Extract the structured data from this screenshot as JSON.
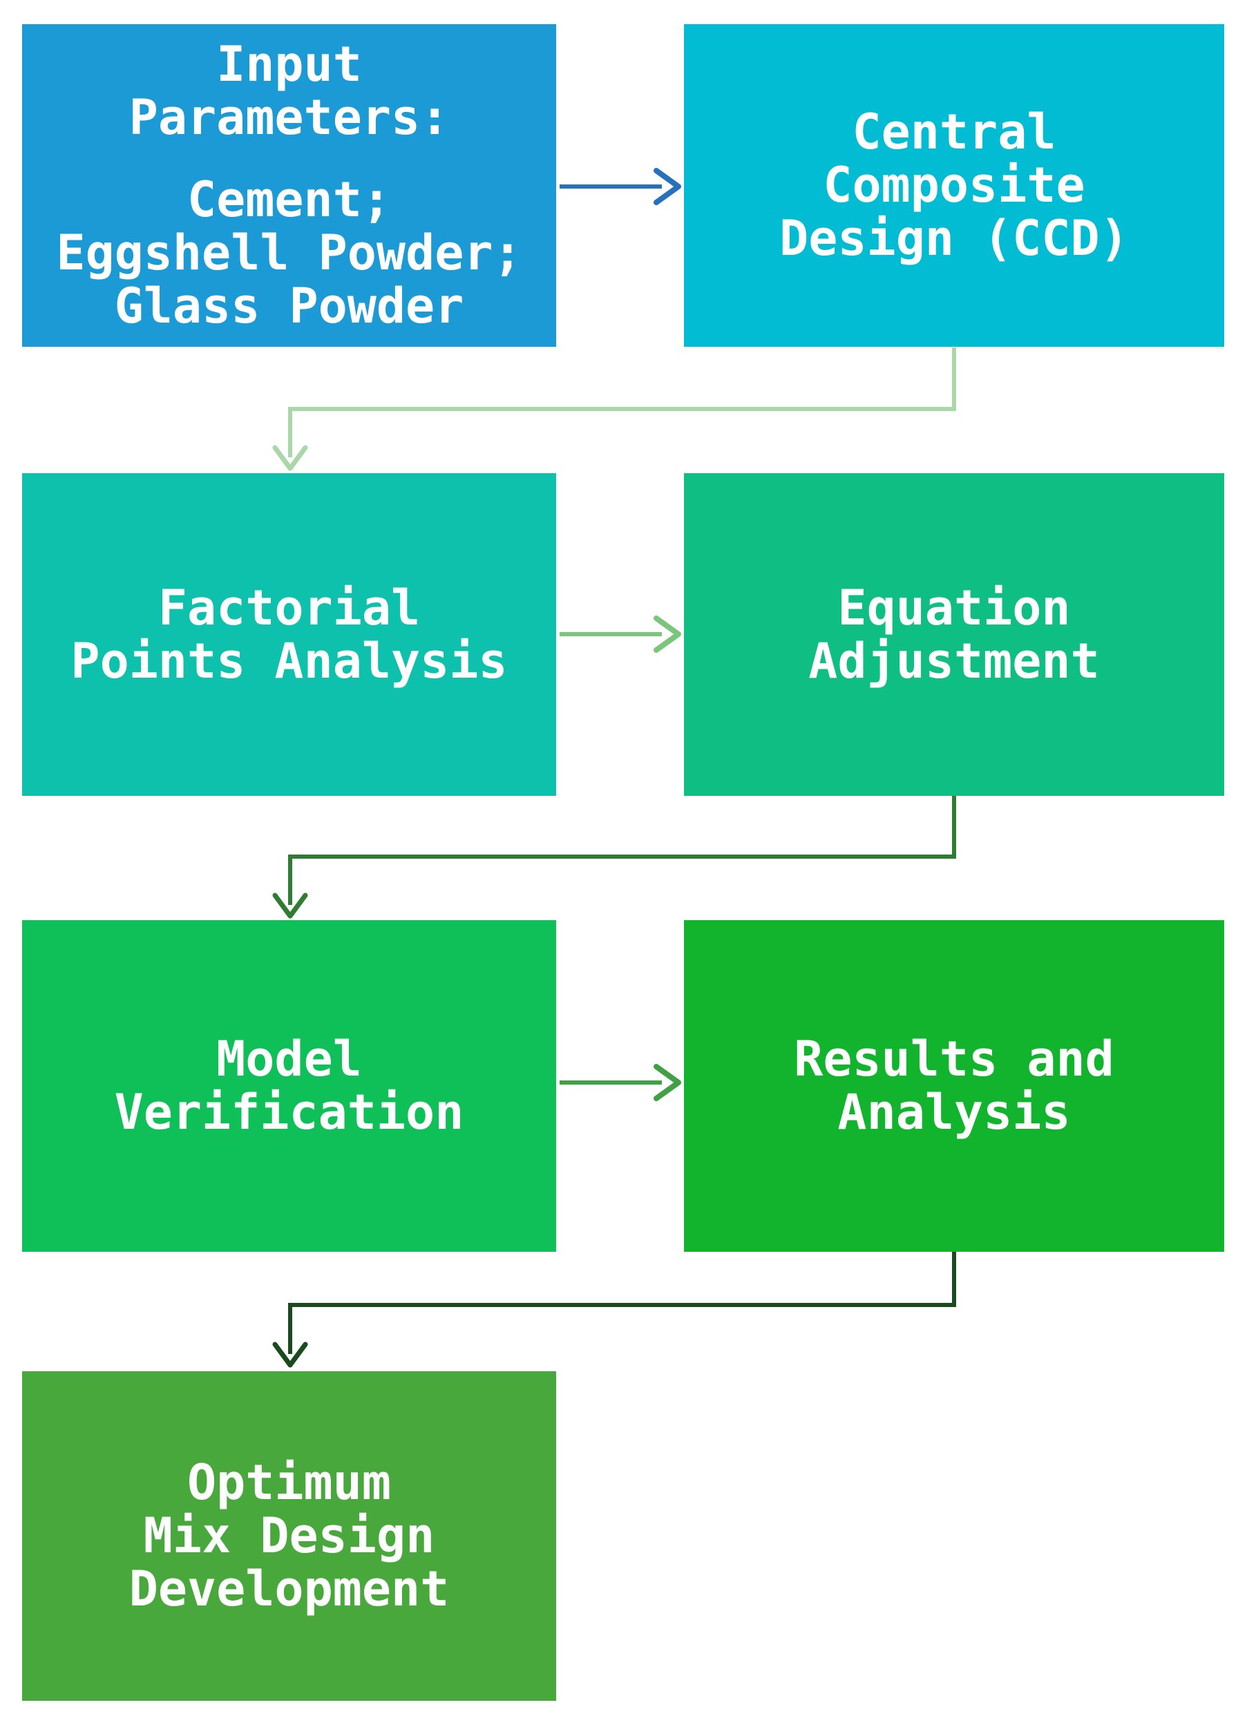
{
  "flowchart": {
    "boxes": [
      {
        "name": "input-parameters",
        "color": "#1b9ad6",
        "paragraphs": [
          [
            "Input",
            "Parameters:"
          ],
          [
            "Cement;",
            "Eggshell Powder;",
            "Glass Powder"
          ]
        ]
      },
      {
        "name": "central-composite-design",
        "color": "#01bcd2",
        "lines": [
          "Central",
          "Composite",
          "Design (CCD)"
        ]
      },
      {
        "name": "factorial-points-analysis",
        "color": "#0dc1ac",
        "lines": [
          "Factorial",
          "Points Analysis"
        ]
      },
      {
        "name": "equation-adjustment",
        "color": "#0ebe83",
        "lines": [
          "Equation",
          "Adjustment"
        ]
      },
      {
        "name": "model-verification",
        "color": "#0fbf57",
        "lines": [
          "Model",
          "Verification"
        ]
      },
      {
        "name": "results-and-analysis",
        "color": "#11b42c",
        "lines": [
          "Results and",
          "Analysis"
        ]
      },
      {
        "name": "optimum-mix-design-development",
        "color": "#49a83c",
        "lines": [
          "Optimum",
          "Mix Design",
          "Development"
        ]
      }
    ],
    "connectors": [
      {
        "name": "input-to-ccd",
        "type": "straight",
        "color": "#2770bd"
      },
      {
        "name": "ccd-to-factorial",
        "type": "elbow",
        "color": "#a9d7a8"
      },
      {
        "name": "factorial-to-equation",
        "type": "straight",
        "color": "#7cc67b"
      },
      {
        "name": "equation-to-model",
        "type": "elbow",
        "color": "#2e7d32"
      },
      {
        "name": "model-to-results",
        "type": "straight",
        "color": "#3fa044"
      },
      {
        "name": "results-to-optimum",
        "type": "elbow",
        "color": "#1b4a1e"
      }
    ]
  }
}
